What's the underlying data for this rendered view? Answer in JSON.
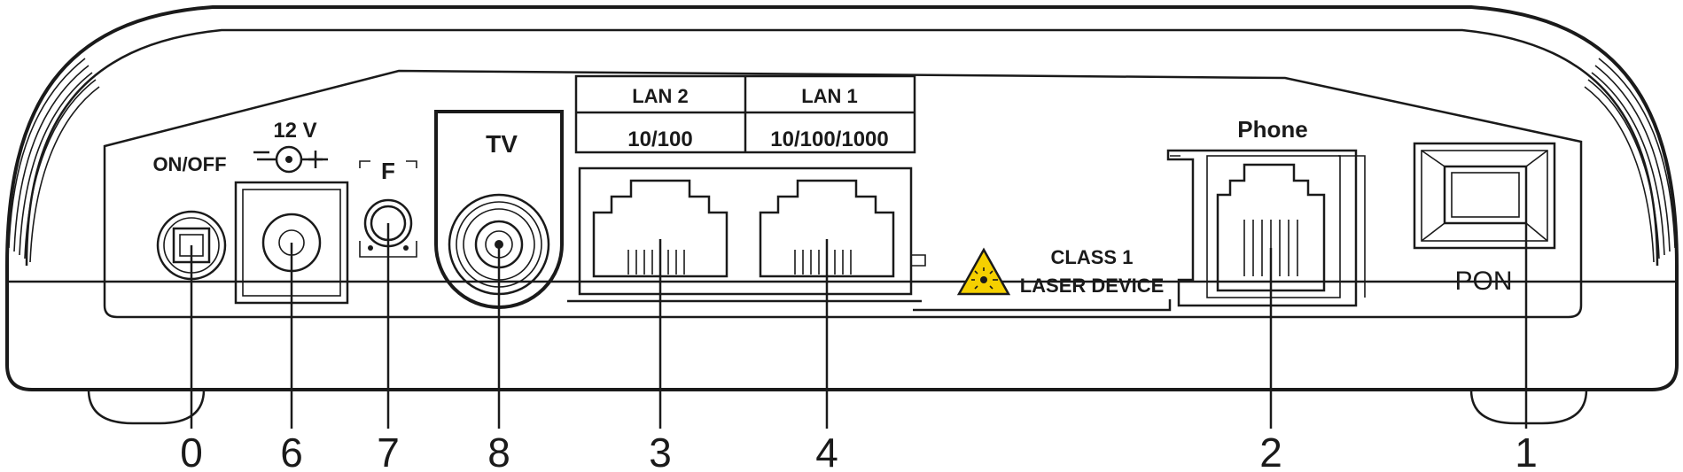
{
  "labels": {
    "on_off": "ON/OFF",
    "voltage": "12 V",
    "f_connector": "F",
    "tv": "TV",
    "lan2_name": "LAN 2",
    "lan1_name": "LAN 1",
    "lan2_speed": "10/100",
    "lan1_speed": "10/100/1000",
    "phone": "Phone",
    "laser_line1": "CLASS 1",
    "laser_line2": "LASER DEVICE",
    "pon": "PON"
  },
  "callouts": {
    "on_off_switch": "0",
    "power_jack": "6",
    "f_port": "7",
    "tv_port": "8",
    "lan2_port": "3",
    "lan1_port": "4",
    "phone_port": "2",
    "pon_port": "1"
  },
  "colors": {
    "outline": "#1a1a1a",
    "laser_warning": "#f5d000"
  }
}
